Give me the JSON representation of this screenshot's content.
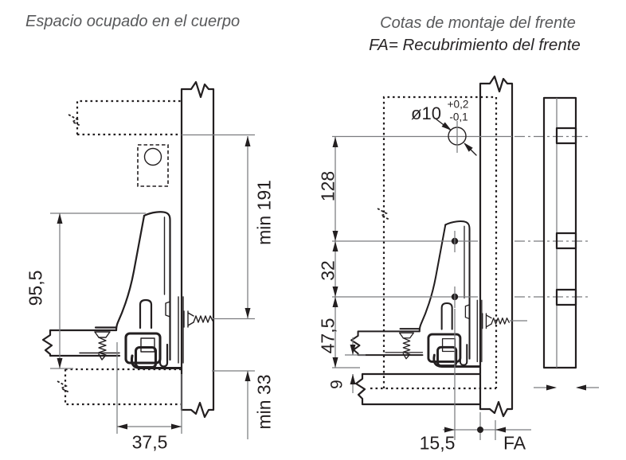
{
  "titles": {
    "left": "Espacio ocupado en el cuerpo",
    "right": "Cotas de montaje del frente",
    "right_sub": "FA= Recubrimiento del frente"
  },
  "left_diagram": {
    "side_height": "95,5",
    "min_inner_height": "min 191",
    "min_bottom_clearance": "min 33",
    "occupied_depth": "37,5"
  },
  "right_diagram": {
    "hole_diameter": "ø10",
    "hole_tolerance_plus": "+0,2",
    "hole_tolerance_minus": "-0,1",
    "top_hole_distance": "128",
    "hole_spacing": "32",
    "lower_hole_height": "47,5",
    "bottom_edge_offset": "9",
    "drilling_distance": "15,5",
    "front_overlay": "FA"
  },
  "colors": {
    "line": "#231f20",
    "dimension": "#7b7c7f",
    "title": "#58595b"
  }
}
